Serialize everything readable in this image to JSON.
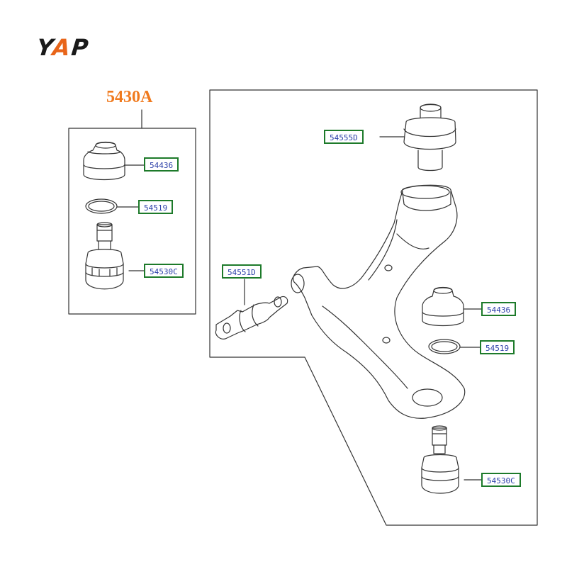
{
  "brand": {
    "logo_text": "YAP",
    "colors": {
      "logo_dark": "#1a1a1a",
      "logo_accent": "#e8651a",
      "assembly": "#f07a1e",
      "callout_border": "#1d7a2a",
      "callout_text": "#2a3ea8"
    }
  },
  "assembly": {
    "label": "5430A"
  },
  "kit_box": {
    "callouts": [
      "54436",
      "54519",
      "54530C"
    ]
  },
  "main_box": {
    "callouts": [
      "54555D",
      "54551D",
      "54436",
      "54519",
      "54530C"
    ]
  }
}
